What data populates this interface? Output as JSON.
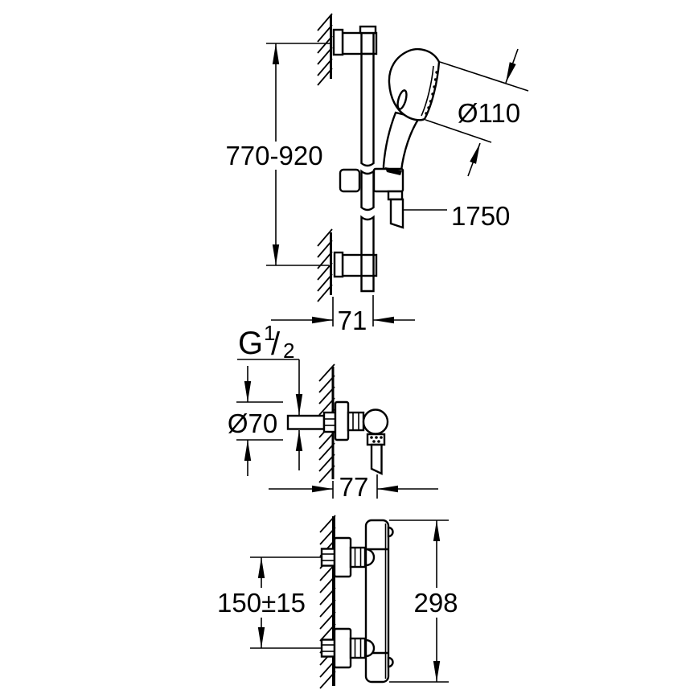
{
  "page": {
    "background": "#ffffff",
    "line_color": "#000000"
  },
  "figures": {
    "shower_rail_set": {
      "label": "shower rail set with hand shower",
      "dims": {
        "rail_height_range": "770-920",
        "head_diameter": "Ø110",
        "hose_length": "1750",
        "rail_wall_offset": "71"
      }
    },
    "wall_union": {
      "label": "wall union with ball joint outlet",
      "dims": {
        "thread": {
          "prefix": "G",
          "sup": "1",
          "slash": "/",
          "sub": "2"
        },
        "escutcheon_diameter": "Ø70",
        "outlet_wall_offset": "77"
      }
    },
    "thermostat_mixer": {
      "label": "exposed thermostat mixer side view",
      "dims": {
        "connection_spacing": "150±15",
        "overall_height": "298"
      }
    }
  }
}
